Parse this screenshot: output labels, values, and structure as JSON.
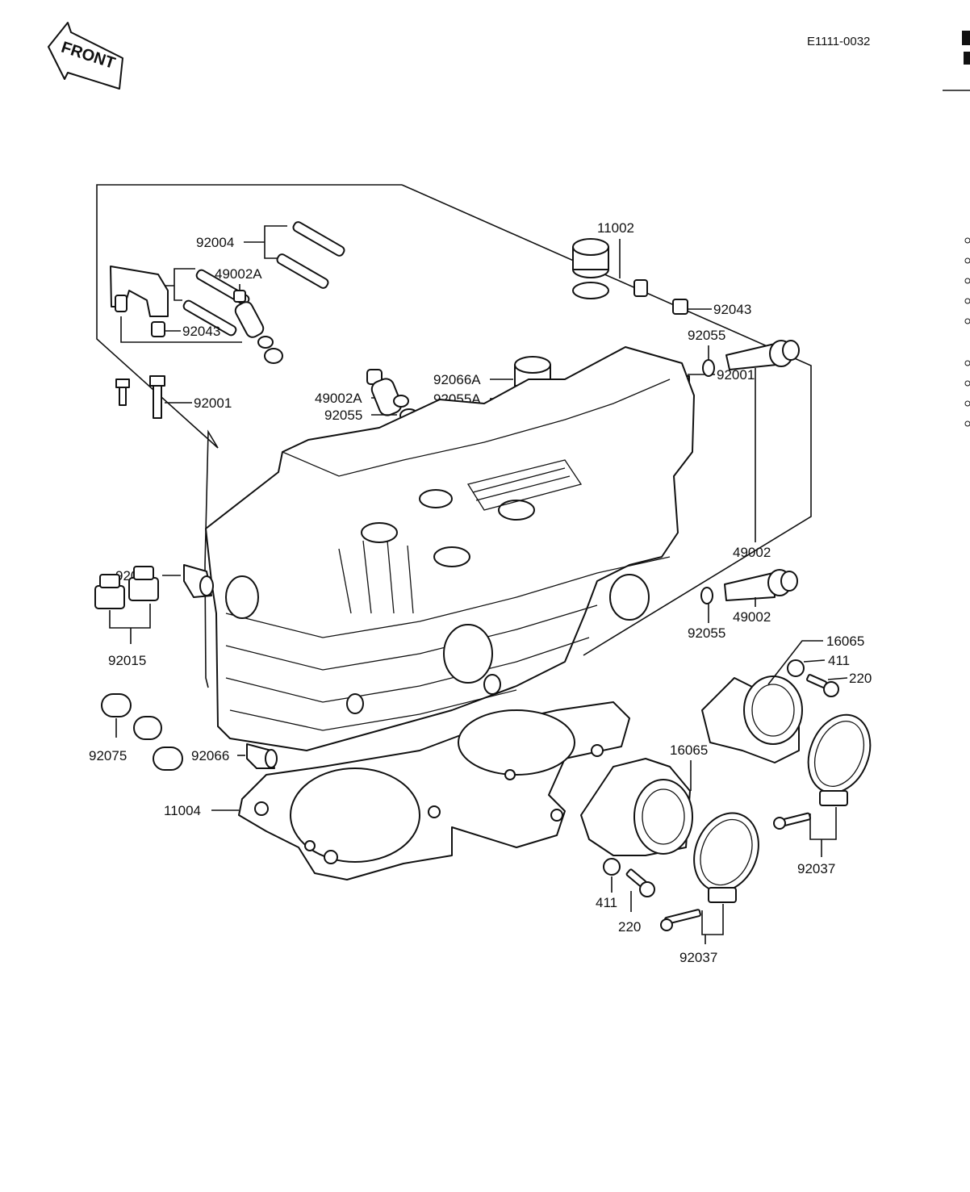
{
  "document_code": "E1111-0032",
  "front_badge": "FRONT",
  "callouts": {
    "c11002": "11002",
    "c92004a": "92004",
    "c92004b": "92004",
    "c92001l": "92001",
    "c92001r": "92001",
    "c49002Al": "49002A",
    "c49002At": "49002A",
    "c92055t": "92055",
    "c92066A": "92066A",
    "c92055A": "92055A",
    "c92043l": "92043",
    "c92043r": "92043",
    "c92055r1": "92055",
    "c49002r1": "49002",
    "c49002r2": "49002",
    "c92055r2": "92055",
    "c92066l": "92066",
    "c92015": "92015",
    "c92075": "92075",
    "c92066b": "92066",
    "c11004": "11004",
    "c16065a": "16065",
    "c16065b": "16065",
    "c411a": "411",
    "c220a": "220",
    "c411b": "411",
    "c220b": "220",
    "c92037a": "92037",
    "c92037b": "92037"
  }
}
